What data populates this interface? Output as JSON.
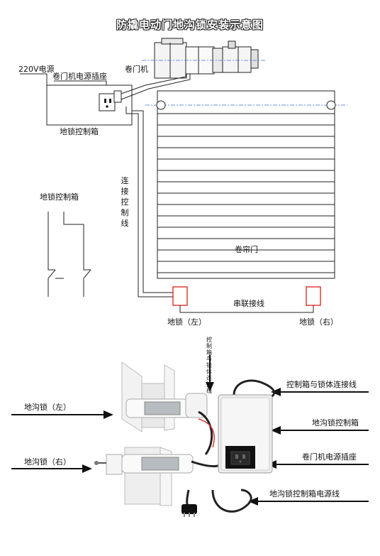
{
  "title": "防撬电动门地沟锁安装示意图",
  "top_diagram": {
    "label_220v": "220V电源",
    "label_motor_socket": "卷门机电源插座",
    "label_control_box": "地锁控制箱",
    "label_motor": "卷门机",
    "label_connect_wire": "连接控制线",
    "label_door": "卷帘门",
    "label_series_wire": "串联接线",
    "label_lock_left": "地锁（左）",
    "label_lock_right": "地锁（右）",
    "label_box_schematic": "地锁控制箱"
  },
  "photo": {
    "label_box_lock_wire_vertical": "控制箱与锁体连接线",
    "label_lock_left": "地沟锁（左）",
    "label_lock_right": "地沟锁（右）",
    "label_box_lock_wire": "控制箱与锁体连接线",
    "label_control_box": "地沟锁控制箱",
    "label_motor_socket": "卷门机电源插座",
    "label_power_cord": "地沟锁控制箱电源线"
  },
  "colors": {
    "marker_red": "#e0302a",
    "axis_blue": "#3a6fd8",
    "line": "#222222",
    "steel": "#9aa0a6",
    "plastic": "#ededed"
  }
}
